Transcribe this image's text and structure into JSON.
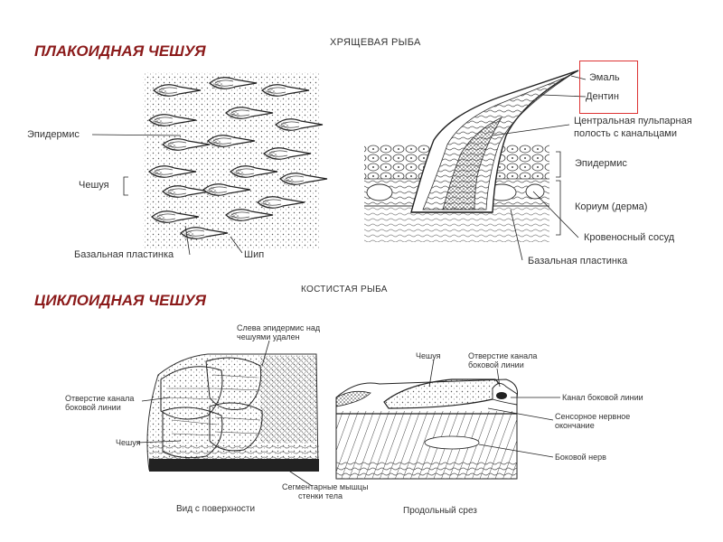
{
  "headings": {
    "placoid": "ПЛАКОИДНАЯ ЧЕШУЯ",
    "cycloid": "ЦИКЛОИДНАЯ ЧЕШУЯ"
  },
  "subtitles": {
    "cartilaginous": "ХРЯЩЕВАЯ РЫБА",
    "bony": "КОСТИСТАЯ РЫБА"
  },
  "placoid_surface": {
    "epidermis": "Эпидермис",
    "scale": "Чешуя",
    "basal_plate": "Базальная пластинка",
    "spine": "Шип"
  },
  "placoid_section": {
    "enamel": "Эмаль",
    "dentin": "Дентин",
    "pulp_line1": "Центральная пульпарная",
    "pulp_line2": "полость с канальцами",
    "epidermis": "Эпидермис",
    "corium": "Кориум (дерма)",
    "vessel": "Кровеносный сосуд",
    "basal_plate": "Базальная пластинка"
  },
  "cycloid_surface": {
    "epi_removed_line1": "Слева эпидермис над",
    "epi_removed_line2": "чешуями удален",
    "lateral_opening_line1": "Отверстие канала",
    "lateral_opening_line2": "боковой линии",
    "scale": "Чешуя",
    "segment_line1": "Сегментарные мышцы",
    "segment_line2": "стенки тела",
    "caption": "Вид с поверхности"
  },
  "cycloid_section": {
    "scale": "Чешуя",
    "opening_line1": "Отверстие канала",
    "opening_line2": "боковой линии",
    "lateral_canal": "Канал боковой линии",
    "sensory_line1": "Сенсорное нервное",
    "sensory_line2": "окончание",
    "lateral_nerve": "Боковой нерв",
    "caption": "Продольный срез"
  }
}
